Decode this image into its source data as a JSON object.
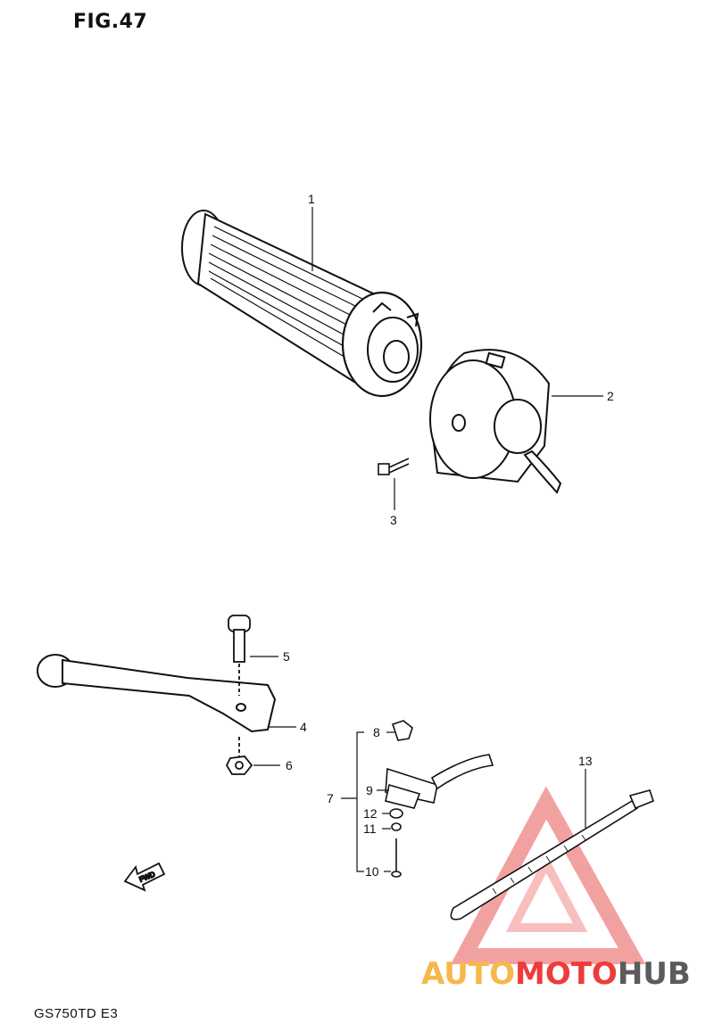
{
  "figure": {
    "title": "FIG.47",
    "model": "GS750TD E3"
  },
  "callouts": [
    {
      "id": "1",
      "label": "1"
    },
    {
      "id": "2",
      "label": "2"
    },
    {
      "id": "3",
      "label": "3"
    },
    {
      "id": "4",
      "label": "4"
    },
    {
      "id": "5",
      "label": "5"
    },
    {
      "id": "6",
      "label": "6"
    },
    {
      "id": "7",
      "label": "7"
    },
    {
      "id": "8",
      "label": "8"
    },
    {
      "id": "9",
      "label": "9"
    },
    {
      "id": "10",
      "label": "10"
    },
    {
      "id": "11",
      "label": "11"
    },
    {
      "id": "12",
      "label": "12"
    },
    {
      "id": "13",
      "label": "13"
    }
  ],
  "direction_marker": {
    "label": "FWD"
  },
  "watermark": {
    "part1": "AUTO",
    "part2": "MOTO",
    "part3": "HUB",
    "colors": {
      "auto": "#f6b84a",
      "moto": "#ee3b3b",
      "hub": "#5b5b5b"
    }
  }
}
